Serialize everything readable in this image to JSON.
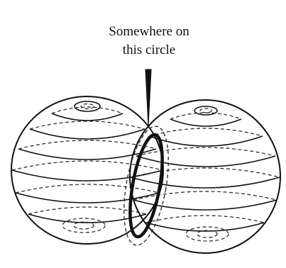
{
  "caption": {
    "line1": "Somewhere on",
    "line2": "this circle"
  },
  "colors": {
    "ink": "#111111",
    "background": "#ffffff"
  },
  "figure": {
    "spheres": [
      "left-sphere",
      "right-sphere"
    ],
    "intersection": "intersection-circle",
    "pointer": "wedge-arrow"
  }
}
